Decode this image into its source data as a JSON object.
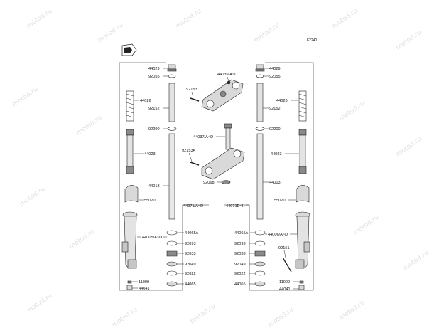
{
  "diagram": {
    "figure_code": "F2240",
    "watermark_text": "motod.ru",
    "colors": {
      "line": "#222222",
      "part_fill": "#d9d9d9",
      "dark_fill": "#8a8a8a",
      "watermark": "#dcdcdc"
    },
    "labels": {
      "l_44029": "44029",
      "l_92055": "92055",
      "l_44026": "44026",
      "l_92152": "92152",
      "l_92200": "92200",
      "l_44023": "44023",
      "l_44013": "44013",
      "l_55020": "55020",
      "l_44005": "44005/A~D",
      "l_44065a": "44065A",
      "l_92093": "92093",
      "l_92033": "92033",
      "l_92049": "92049",
      "l_92022": "92022",
      "l_44065": "44065",
      "l_11009": "11009",
      "l_44041": "44041",
      "l_92153": "92153",
      "l_44039": "44039/A~D",
      "l_44037": "44037/A~D",
      "l_92153a": "92153A",
      "l_92068": "92068",
      "l_44071": "44071/A~D",
      "l_44071e": "44071E~I",
      "r_44029": "44029",
      "r_92055": "92055",
      "r_44026": "44026",
      "r_92152": "92152",
      "r_92200": "92200",
      "r_44023": "44023",
      "r_44013": "44013",
      "r_55020": "55020",
      "r_44065a": "44065A",
      "r_44006": "44006/A~D",
      "r_92093": "92093",
      "r_92151": "92151",
      "r_92033": "92033",
      "r_92049": "92049",
      "r_92022": "92022",
      "r_44065": "44065",
      "r_11009": "11009",
      "r_44041": "44041"
    }
  }
}
